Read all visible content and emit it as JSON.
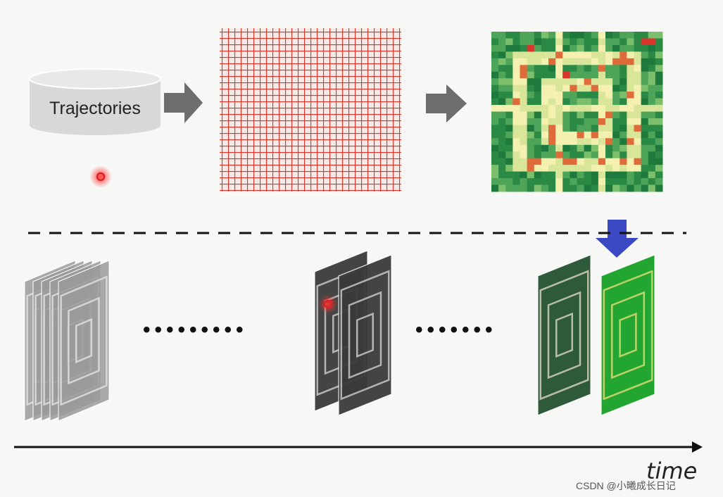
{
  "labels": {
    "database": "Trajectories",
    "axis": "time",
    "watermark": "CSDN @小曦成长日记"
  },
  "colors": {
    "grid_red": "#d9352b",
    "heat_dark_green": "#1e7a3c",
    "heat_light_yellow": "#f4f0b0",
    "heat_hot_red": "#d9352b",
    "arrow_gray": "#6d6d6d",
    "arrow_blue": "#3b48c4",
    "frame_gray": "#9a9a9a",
    "frame_dark": "#3a3a3a"
  },
  "icons": [
    "database-icon",
    "right-arrow-icon",
    "down-arrow-icon",
    "location-marker-icon",
    "time-arrow-icon"
  ]
}
